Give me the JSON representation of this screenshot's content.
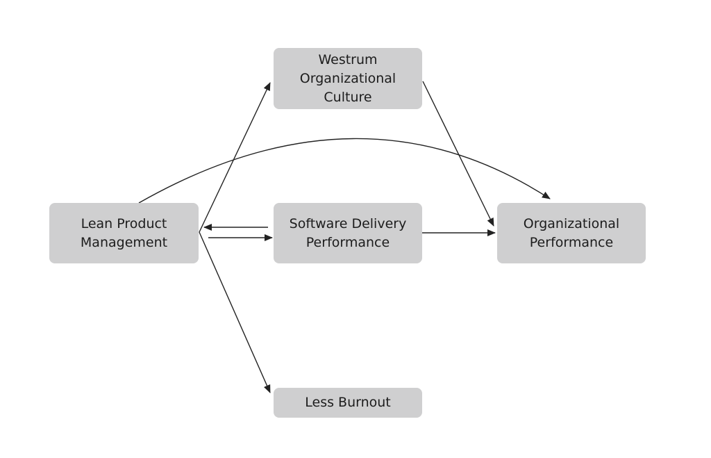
{
  "diagram": {
    "nodes": [
      {
        "id": "lpm",
        "label": "Lean Product\nManagement"
      },
      {
        "id": "woc",
        "label": "Westrum\nOrganizational\nCulture"
      },
      {
        "id": "sdp",
        "label": "Software Delivery\nPerformance"
      },
      {
        "id": "op",
        "label": "Organizational\nPerformance"
      },
      {
        "id": "lb",
        "label": "Less Burnout"
      }
    ],
    "edges": [
      {
        "from": "lpm",
        "to": "woc"
      },
      {
        "from": "lpm",
        "to": "lb"
      },
      {
        "from": "lpm",
        "to": "sdp"
      },
      {
        "from": "sdp",
        "to": "lpm"
      },
      {
        "from": "sdp",
        "to": "op"
      },
      {
        "from": "woc",
        "to": "op"
      },
      {
        "from": "lpm",
        "to": "op"
      }
    ],
    "colors": {
      "node_fill": "#cfcfd0",
      "text": "#1c1c1c",
      "edge": "#222222"
    }
  }
}
